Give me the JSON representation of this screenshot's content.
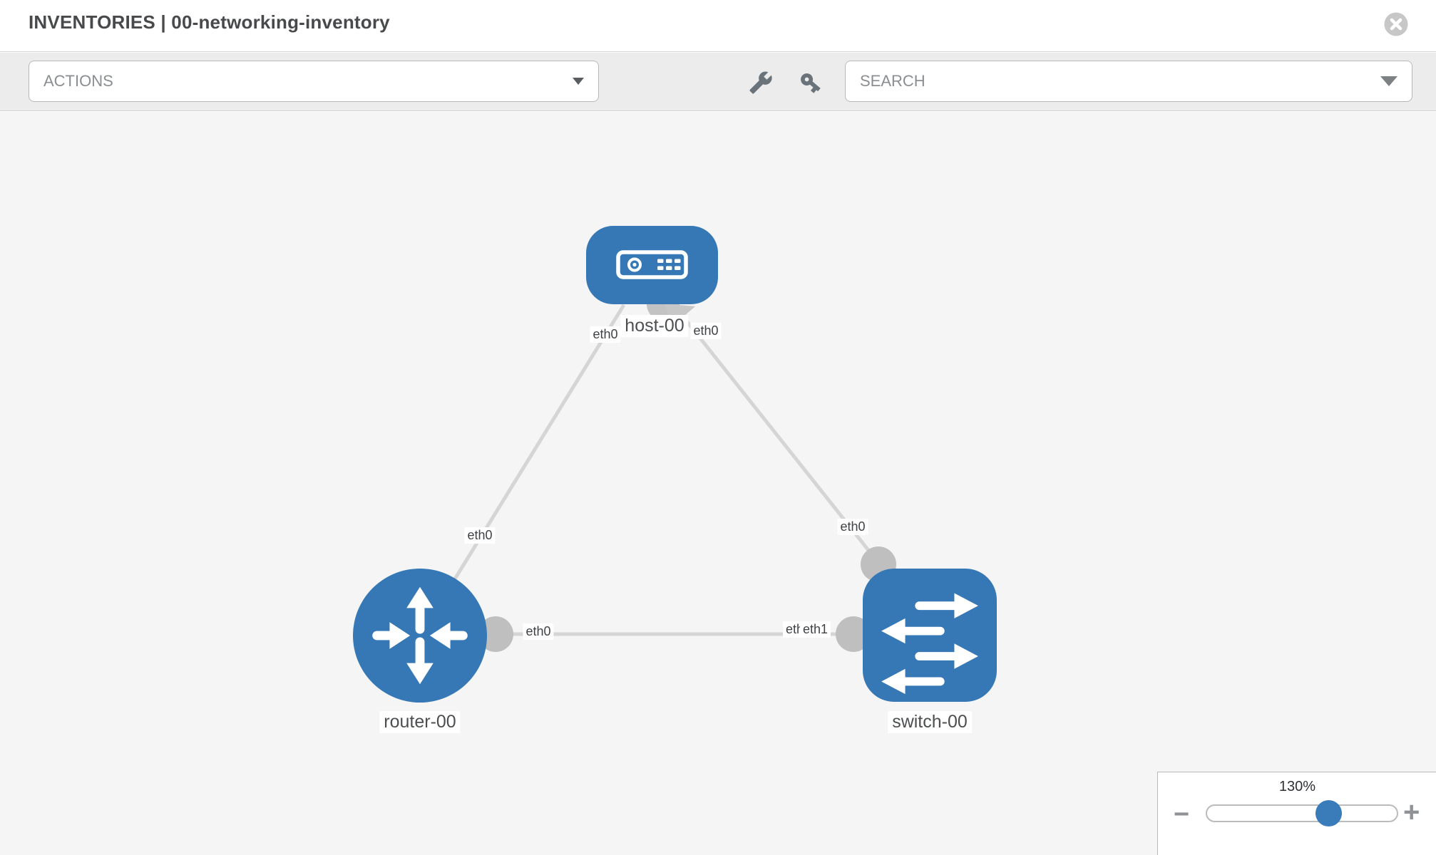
{
  "header": {
    "title": "INVENTORIES | 00-networking-inventory"
  },
  "toolbar": {
    "actions_label": "ACTIONS",
    "search_placeholder": "SEARCH"
  },
  "canvas": {
    "nodes": [
      {
        "id": "host-00",
        "type": "host",
        "label": "host-00"
      },
      {
        "id": "router-00",
        "type": "router",
        "label": "router-00"
      },
      {
        "id": "switch-00",
        "type": "switch",
        "label": "switch-00"
      }
    ],
    "links": [
      {
        "source": "host-00",
        "target": "router-00",
        "source_interface": "eth0",
        "target_interface": "eth0"
      },
      {
        "source": "host-00",
        "target": "switch-00",
        "source_interface": "eth0",
        "target_interface": "eth0"
      },
      {
        "source": "router-00",
        "target": "switch-00",
        "source_interface": "eth0",
        "target_interface": "eth1"
      }
    ],
    "interface_labels": {
      "host_to_router": "eth0",
      "host_to_switch": "eth0",
      "router_to_host": "eth0",
      "router_to_switch": "eth0",
      "switch_to_host": "eth0",
      "switch_to_router_under": "eth0",
      "switch_to_router": "eth1"
    }
  },
  "zoom_control": {
    "value": "130%",
    "minus_label": "−",
    "plus_label": "+"
  },
  "colors": {
    "node_fill": "#3678b5",
    "link": "#d5d5d5",
    "interface_dot": "#bfbfbf",
    "toolbar_bg": "#ececec",
    "canvas_bg": "#f5f5f6",
    "accent": "#3a7cba"
  }
}
